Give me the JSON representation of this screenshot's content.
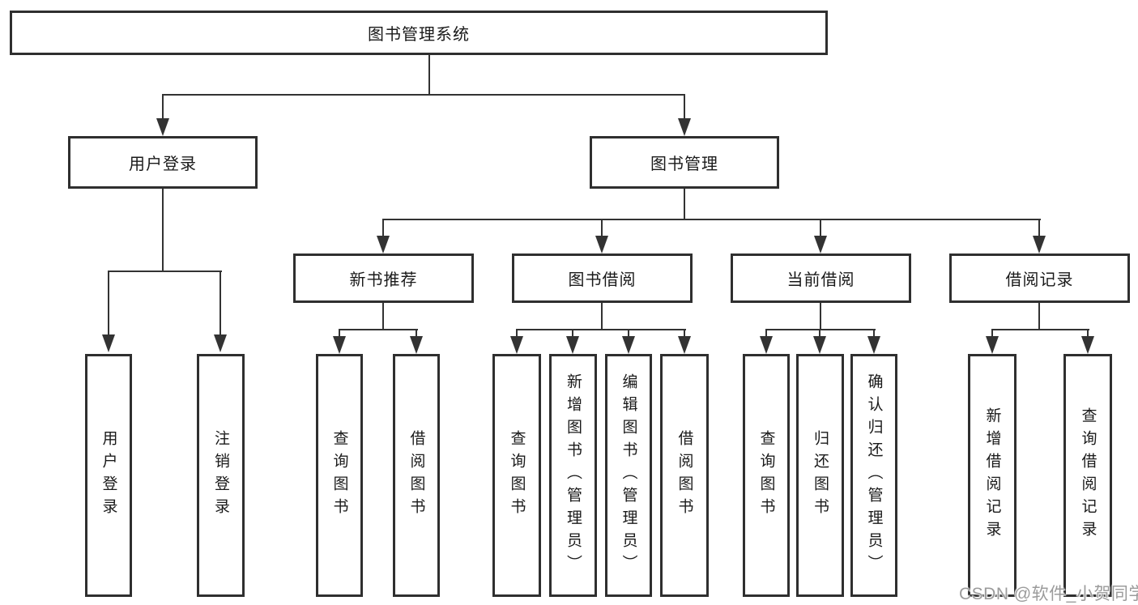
{
  "tree": {
    "root": {
      "label": "图书管理系统"
    },
    "branches": [
      {
        "label": "用户登录",
        "children": [
          {
            "label": "用户登录"
          },
          {
            "label": "注销登录"
          }
        ]
      },
      {
        "label": "图书管理",
        "children": [
          {
            "label": "新书推荐",
            "children": [
              {
                "label": "查询图书"
              },
              {
                "label": "借阅图书"
              }
            ]
          },
          {
            "label": "图书借阅",
            "children": [
              {
                "label": "查询图书"
              },
              {
                "label": "新增图书（管理员）"
              },
              {
                "label": "编辑图书（管理员）"
              },
              {
                "label": "借阅图书"
              }
            ]
          },
          {
            "label": "当前借阅",
            "children": [
              {
                "label": "查询图书"
              },
              {
                "label": "归还图书"
              },
              {
                "label": "确认归还（管理员）"
              }
            ]
          },
          {
            "label": "借阅记录",
            "children": [
              {
                "label": "新增借阅记录"
              },
              {
                "label": "查询借阅记录"
              }
            ]
          }
        ]
      }
    ]
  },
  "watermark": {
    "text": "CSDN @软件_小贺同学"
  },
  "colors": {
    "line": "#333333",
    "box_border": "#2f2f2f",
    "text": "#1a1a1a",
    "watermark": "#9b9b9b",
    "background": "#ffffff"
  }
}
